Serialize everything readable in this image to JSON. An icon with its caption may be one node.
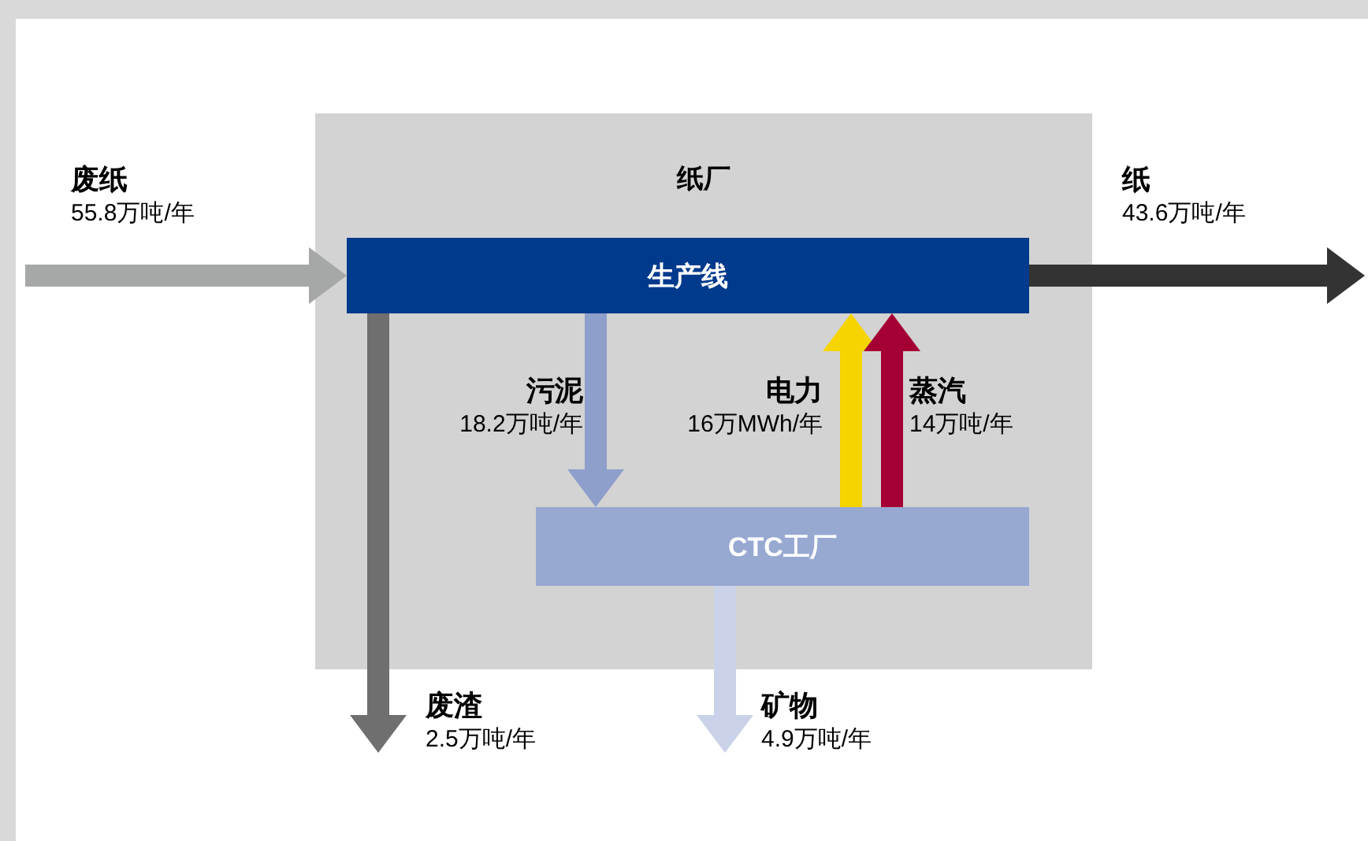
{
  "diagram": {
    "nodes": [
      {
        "text": [
          "纸厂"
        ]
      },
      {
        "text": [
          "生产线"
        ],
        "in": 0
      },
      {
        "text": [
          "CTC工厂"
        ],
        "in": 0
      }
    ],
    "edges": [
      {
        "from": null,
        "to": 1,
        "arrow": "to",
        "label": "**废纸** 55.8万吨/年",
        "color": "#a6a8a7"
      },
      {
        "from": 1,
        "to": null,
        "arrow": "to",
        "label": "**纸** 43.6万吨/年",
        "color": "#333333"
      },
      {
        "from": 1,
        "to": 2,
        "arrow": "to",
        "label": "**污泥** 18.2万吨/年",
        "color": "#8f9fcb"
      },
      {
        "from": 2,
        "to": 1,
        "arrow": "to",
        "label": "**电力** 16万MWh/年",
        "color": "#f5d400"
      },
      {
        "from": 2,
        "to": 1,
        "arrow": "to",
        "label": "**蒸汽** 14万吨/年",
        "color": "#a50034"
      },
      {
        "from": 1,
        "to": null,
        "arrow": "to",
        "label": "**废渣** 2.5万吨/年",
        "color": "#6f6f6f"
      },
      {
        "from": 2,
        "to": null,
        "arrow": "to",
        "label": "**矿物** 4.9万吨/年",
        "color": "#c9d2e8"
      }
    ]
  }
}
